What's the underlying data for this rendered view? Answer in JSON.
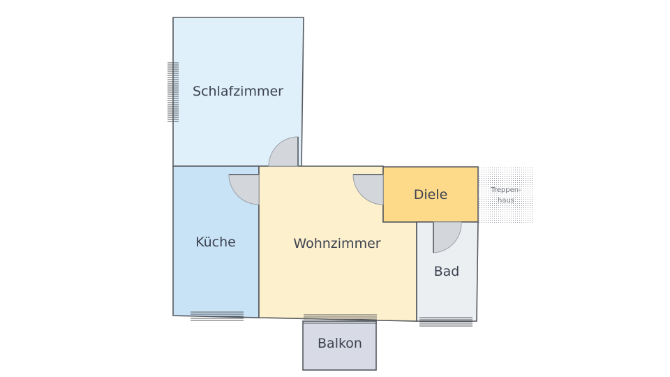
{
  "rooms": {
    "schlafzimmer": {
      "label": "Schlafzimmer",
      "color": "#dff0fa"
    },
    "kueche": {
      "label": "Küche",
      "color": "#c9e3f6"
    },
    "wohnzimmer": {
      "label": "Wohnzimmer",
      "color": "#fdf0cd"
    },
    "diele": {
      "label": "Diele",
      "color": "#fdd98a"
    },
    "bad": {
      "label": "Bad",
      "color": "#eceff1"
    },
    "balkon": {
      "label": "Balkon",
      "color": "#d8dbe6"
    },
    "treppenhaus": {
      "label_line1": "Treppen-",
      "label_line2": "haus"
    }
  },
  "door_color": "#d3d6db"
}
